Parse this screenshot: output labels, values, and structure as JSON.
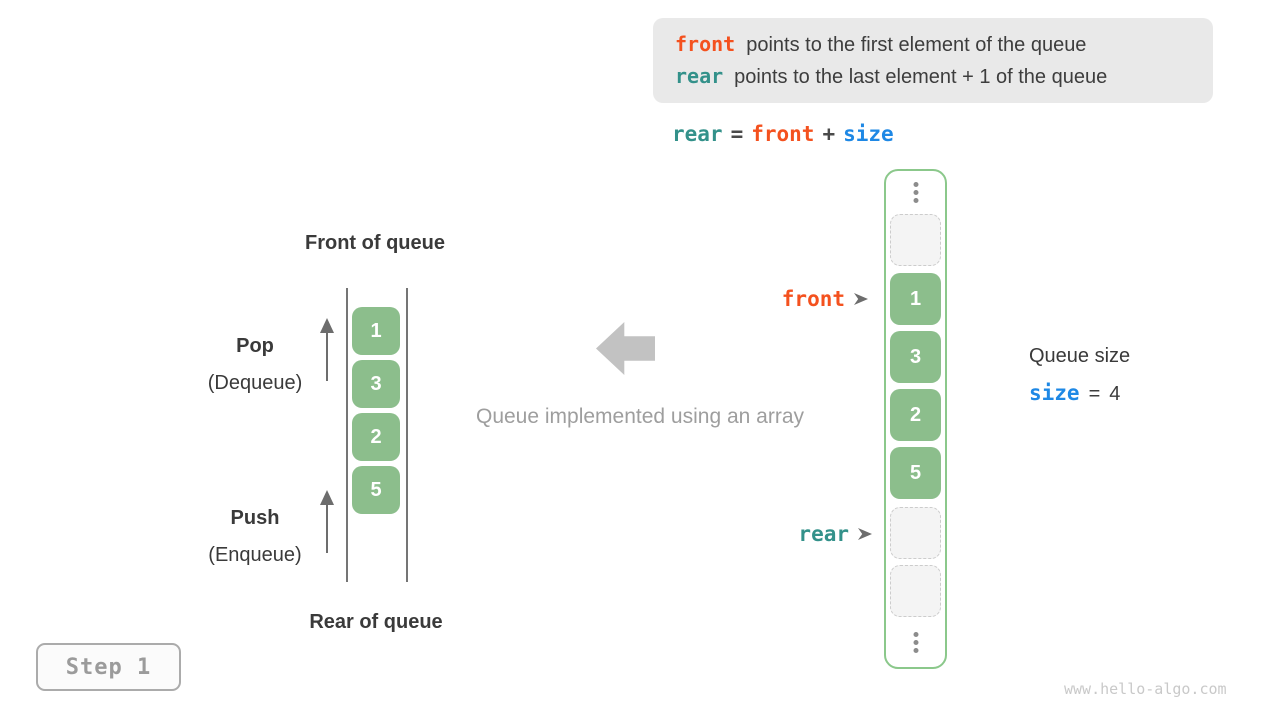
{
  "colors": {
    "code_orange": "#f4511e",
    "code_teal": "#33918a",
    "code_blue": "#1e88e5",
    "cell_green": "#8cbe8c",
    "array_border_green": "#8bc88b",
    "info_box_bg": "#e9e9e9",
    "muted_gray": "#9e9e9e",
    "arrow_gray": "#6d6d6d",
    "block_arrow_gray": "#c2c2c2"
  },
  "info_box": {
    "line1": {
      "code": "front",
      "text": "points to the first element of the queue"
    },
    "line2": {
      "code": "rear",
      "text": "points to the last element + 1 of the queue"
    }
  },
  "formula": {
    "lhs": "rear",
    "eq": "=",
    "op1": "front",
    "plus": "+",
    "op2": "size"
  },
  "left_queue": {
    "front_label": "Front of queue",
    "rear_label": "Rear of queue",
    "pop_label": "Pop",
    "pop_sublabel": "(Dequeue)",
    "push_label": "Push",
    "push_sublabel": "(Enqueue)",
    "values": [
      "1",
      "3",
      "2",
      "5"
    ]
  },
  "center": {
    "caption": "Queue implemented using an array"
  },
  "array_view": {
    "front_pointer": "front",
    "rear_pointer": "rear",
    "pointer_arrow_icon": "right-arrowhead",
    "ellipsis_icon": "vertical-ellipsis",
    "values": [
      "1",
      "3",
      "2",
      "5"
    ]
  },
  "queue_size": {
    "title": "Queue size",
    "var": "size",
    "eq": "=",
    "value": "4"
  },
  "step_badge": "Step 1",
  "watermark": "www.hello-algo.com"
}
